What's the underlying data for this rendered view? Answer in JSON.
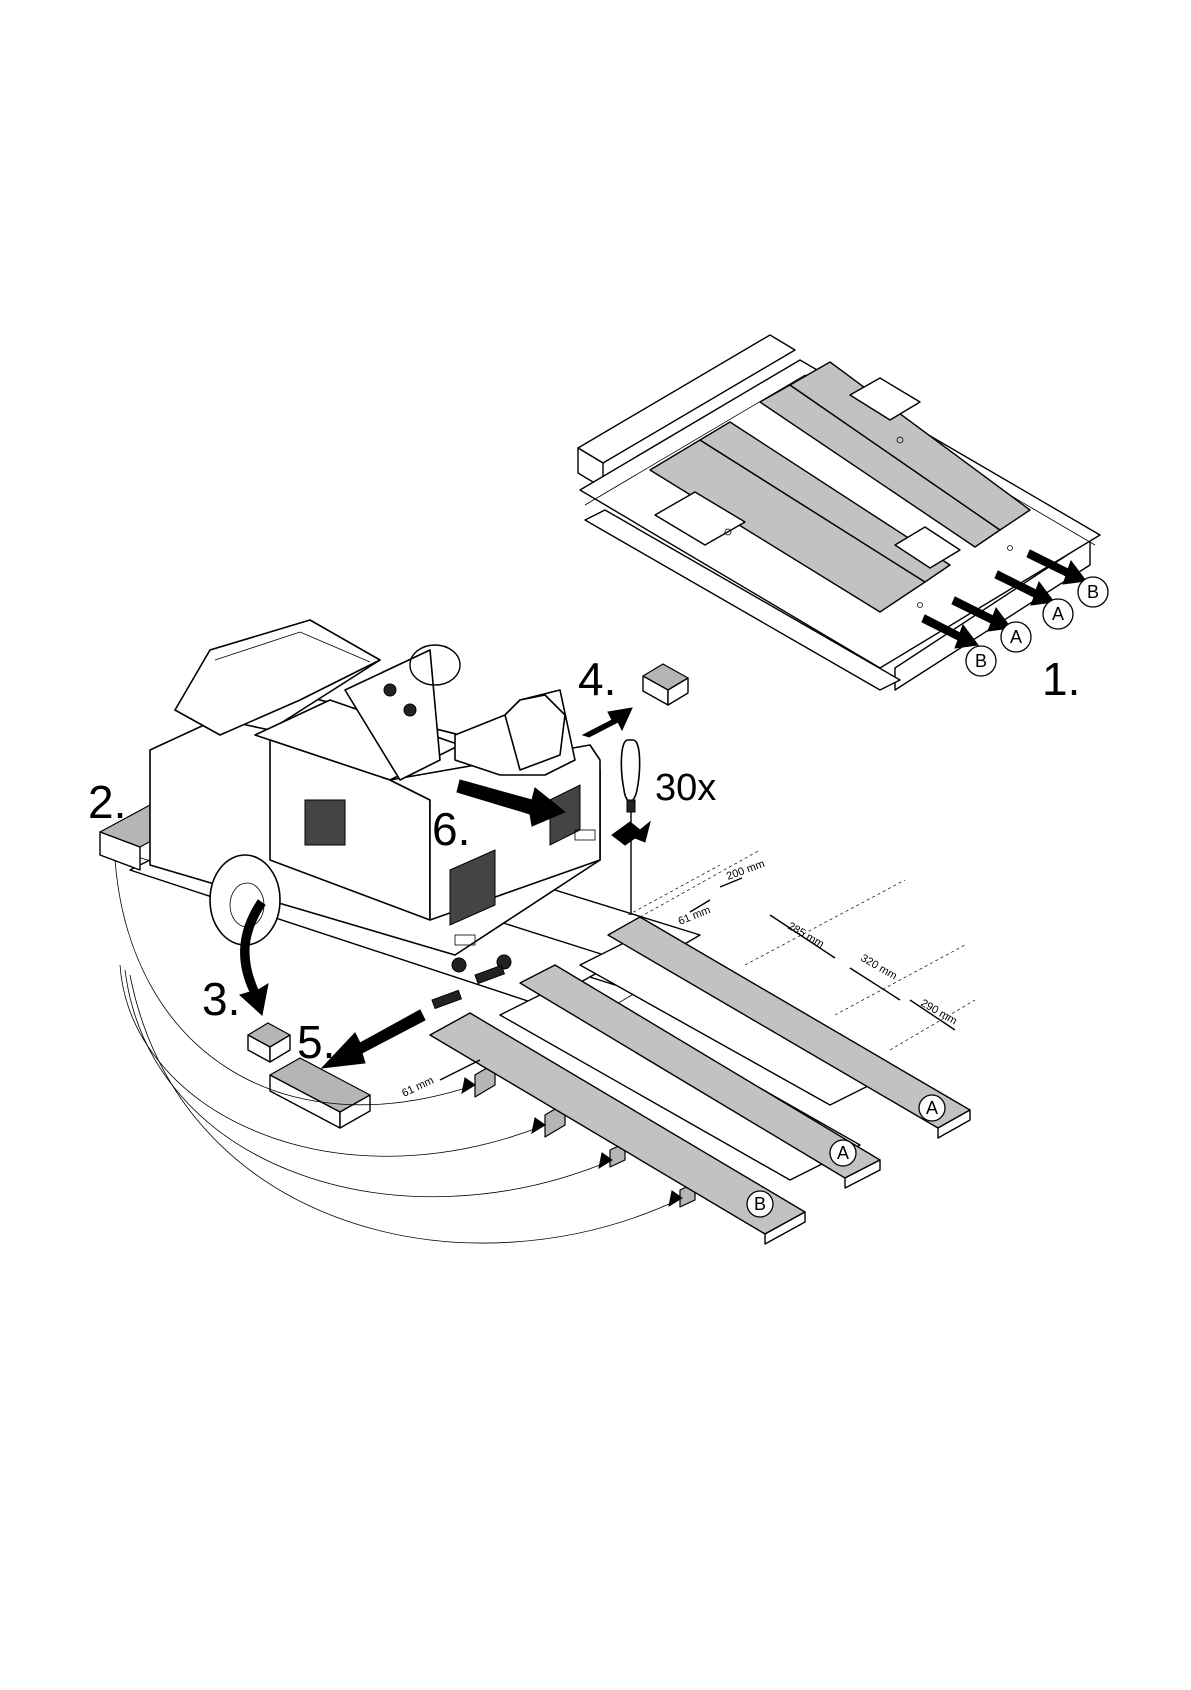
{
  "steps": {
    "s1": "1.",
    "s2": "2.",
    "s3": "3.",
    "s4": "4.",
    "s5": "5.",
    "s6": "6."
  },
  "screw_count": "30x",
  "plank_labels": {
    "a": "A",
    "b": "B"
  },
  "dimensions": {
    "d200": "200 mm",
    "d61_top": "61 mm",
    "d285": "285 mm",
    "d320": "320 mm",
    "d290": "290 mm",
    "d61_bottom": "61 mm"
  }
}
